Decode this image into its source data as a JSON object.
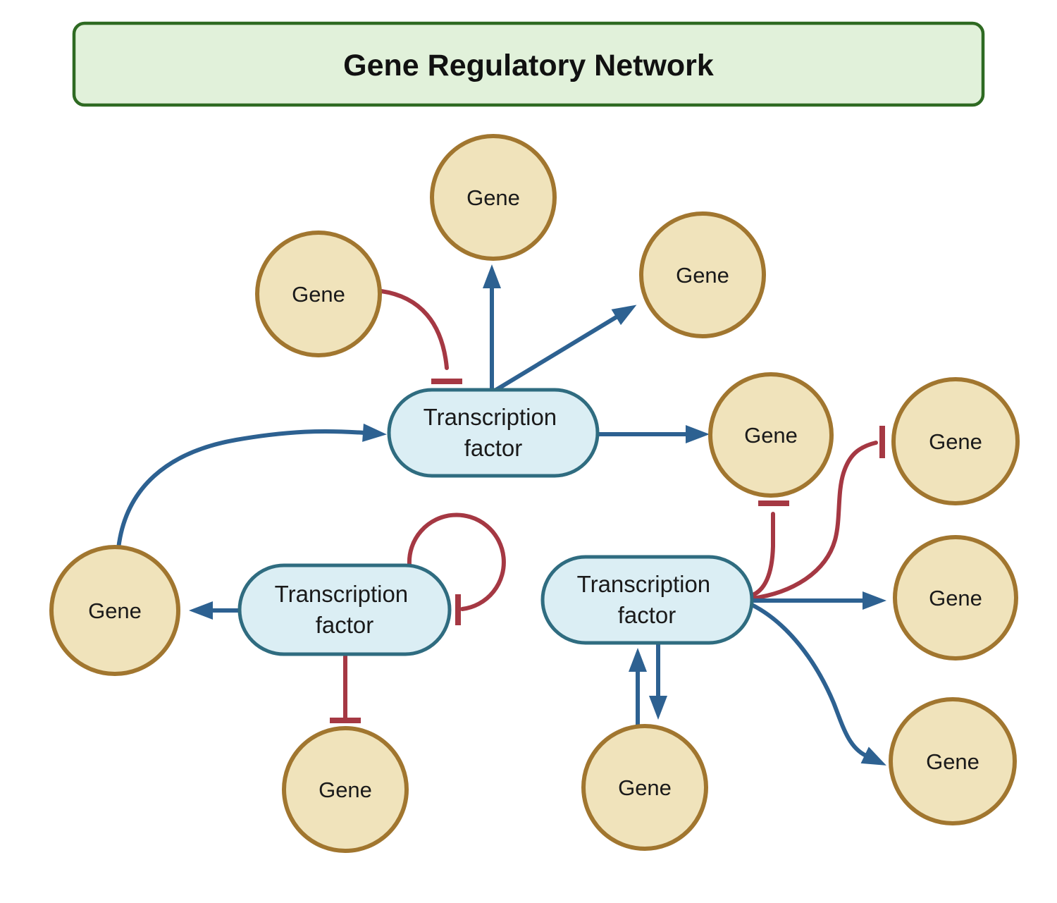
{
  "title": "Gene Regulatory Network",
  "labels": {
    "gene": "Gene",
    "tf_line1": "Transcription",
    "tf_line2": "factor"
  },
  "colors": {
    "background": "#ffffff",
    "title_fill": "#e1f1da",
    "title_border": "#2e6a22",
    "gene_fill": "#f0e3bb",
    "gene_border": "#a1762f",
    "tf_fill": "#dbeef4",
    "tf_border": "#2f6c80",
    "activation_edge": "#2d6191",
    "inhibition_edge": "#a53843",
    "label_text": "#1a1a1a"
  },
  "network": {
    "node_types": {
      "gene": "Gene",
      "transcription_factor": "Transcription factor"
    },
    "nodes": [
      {
        "id": "gene-upper-left",
        "type": "gene",
        "label": "Gene"
      },
      {
        "id": "gene-top",
        "type": "gene",
        "label": "Gene"
      },
      {
        "id": "gene-top-right",
        "type": "gene",
        "label": "Gene"
      },
      {
        "id": "tf-center",
        "type": "transcription_factor",
        "label": "Transcription factor"
      },
      {
        "id": "gene-center-right",
        "type": "gene",
        "label": "Gene"
      },
      {
        "id": "gene-left",
        "type": "gene",
        "label": "Gene"
      },
      {
        "id": "tf-left",
        "type": "transcription_factor",
        "label": "Transcription factor"
      },
      {
        "id": "gene-bottom-left",
        "type": "gene",
        "label": "Gene"
      },
      {
        "id": "tf-right",
        "type": "transcription_factor",
        "label": "Transcription factor"
      },
      {
        "id": "gene-bottom-middle",
        "type": "gene",
        "label": "Gene"
      },
      {
        "id": "gene-right-top",
        "type": "gene",
        "label": "Gene"
      },
      {
        "id": "gene-right-middle",
        "type": "gene",
        "label": "Gene"
      },
      {
        "id": "gene-right-bottom",
        "type": "gene",
        "label": "Gene"
      }
    ],
    "edges": [
      {
        "from": "gene-upper-left",
        "to": "tf-center",
        "type": "inhibition"
      },
      {
        "from": "tf-center",
        "to": "gene-top",
        "type": "activation"
      },
      {
        "from": "tf-center",
        "to": "gene-top-right",
        "type": "activation"
      },
      {
        "from": "tf-center",
        "to": "gene-center-right",
        "type": "activation"
      },
      {
        "from": "gene-left",
        "to": "tf-center",
        "type": "activation"
      },
      {
        "from": "tf-left",
        "to": "gene-left",
        "type": "activation"
      },
      {
        "from": "tf-left",
        "to": "tf-left",
        "type": "inhibition"
      },
      {
        "from": "tf-left",
        "to": "gene-bottom-left",
        "type": "inhibition"
      },
      {
        "from": "tf-right",
        "to": "gene-center-right",
        "type": "inhibition"
      },
      {
        "from": "tf-right",
        "to": "gene-right-top",
        "type": "inhibition"
      },
      {
        "from": "tf-right",
        "to": "gene-right-middle",
        "type": "activation"
      },
      {
        "from": "tf-right",
        "to": "gene-right-bottom",
        "type": "activation"
      },
      {
        "from": "tf-right",
        "to": "gene-bottom-middle",
        "type": "activation"
      },
      {
        "from": "gene-bottom-middle",
        "to": "tf-right",
        "type": "activation"
      }
    ]
  }
}
